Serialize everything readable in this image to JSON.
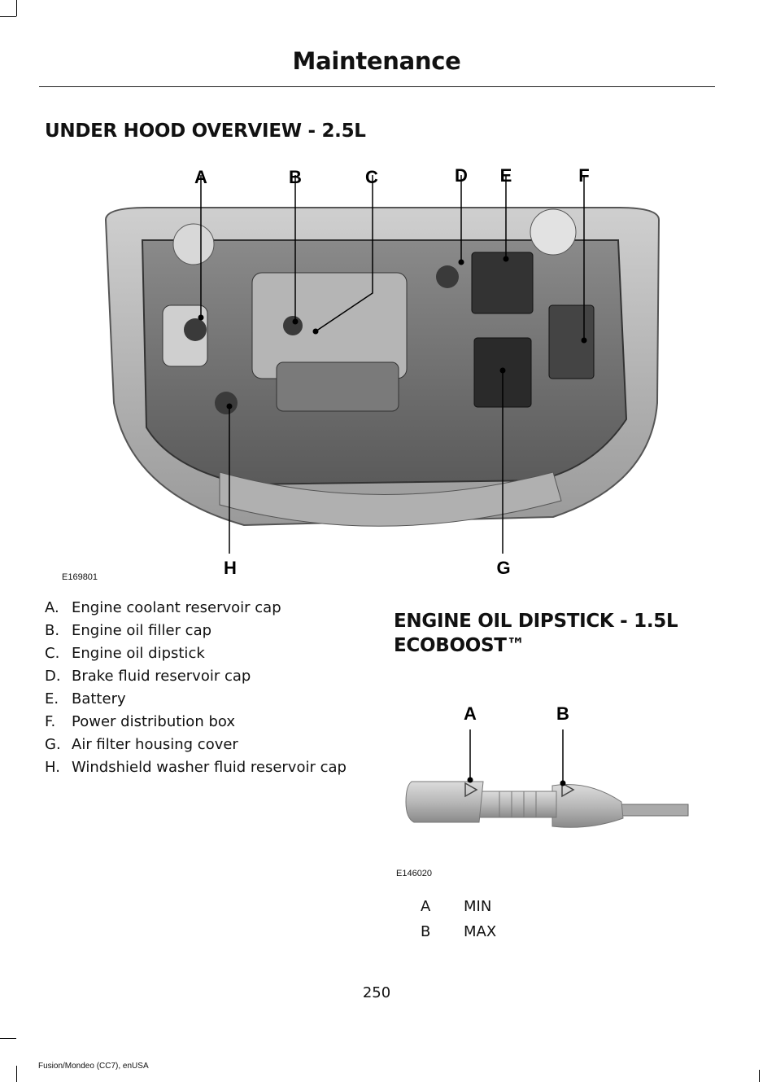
{
  "header": {
    "title": "Maintenance"
  },
  "sections": {
    "underhood": {
      "heading": "UNDER HOOD OVERVIEW - 2.5L",
      "figure_code": "E169801",
      "callouts": [
        "A",
        "B",
        "C",
        "D",
        "E",
        "F",
        "G",
        "H"
      ],
      "legend": [
        {
          "key": "A.",
          "text": "Engine coolant reservoir cap"
        },
        {
          "key": "B.",
          "text": "Engine oil filler cap"
        },
        {
          "key": "C.",
          "text": "Engine oil dipstick"
        },
        {
          "key": "D.",
          "text": "Brake fluid reservoir cap"
        },
        {
          "key": "E.",
          "text": "Battery"
        },
        {
          "key": "F.",
          "text": "Power distribution box"
        },
        {
          "key": "G.",
          "text": "Air filter housing cover"
        },
        {
          "key": "H.",
          "text": "Windshield washer fluid reservoir cap"
        }
      ]
    },
    "dipstick": {
      "heading_line1": "ENGINE OIL DIPSTICK - 1.5L",
      "heading_line2": "ECOBOOST™",
      "figure_code": "E146020",
      "callouts": [
        "A",
        "B"
      ],
      "legend": [
        {
          "key": "A",
          "text": "MIN"
        },
        {
          "key": "B",
          "text": "MAX"
        }
      ]
    }
  },
  "page_number": "250",
  "footer": {
    "text": "Fusion/Mondeo (CC7), enUSA"
  }
}
